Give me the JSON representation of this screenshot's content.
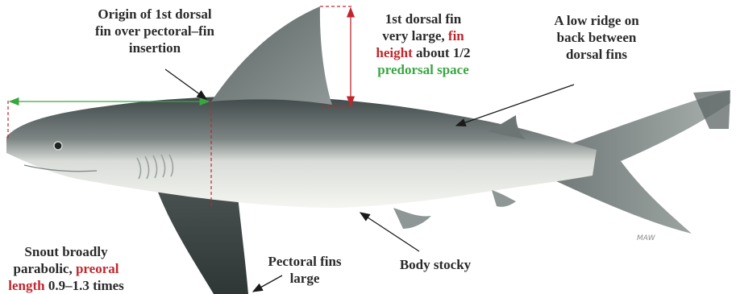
{
  "labels": {
    "dorsal_origin": [
      "Origin of 1st dorsal",
      "fin over pectoral–fin",
      "insertion"
    ],
    "dorsal_fin": {
      "line1": "1st dorsal fin",
      "line2_a": "very large,",
      "line2_b": "fin",
      "line3_a": "height",
      "line3_b": "about 1/2",
      "line4": "predorsal space"
    },
    "ridge": [
      "A low ridge on",
      "back between",
      "dorsal fins"
    ],
    "snout": {
      "line1": "Snout broadly",
      "line2_a": "parabolic,",
      "line2_b": "preoral",
      "line3_a": "length",
      "line3_b": "0.9–1.3 times"
    },
    "pectoral": [
      "Pectoral fins",
      "large"
    ],
    "body": "Body stocky"
  },
  "signature": "MAW",
  "colors": {
    "text": "#2a2a2a",
    "red": "#c0272d",
    "green": "#3aa641",
    "shark_dark": "#4c5656",
    "shark_mid": "#87908e",
    "shark_light": "#eef0ec"
  }
}
